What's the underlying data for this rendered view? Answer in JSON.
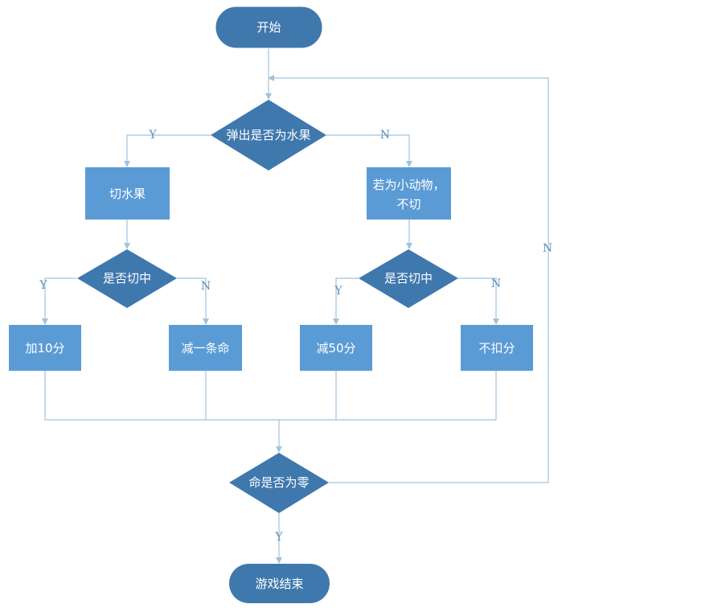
{
  "colors": {
    "box": "#5b9bd5",
    "diamond": "#3f78ad",
    "terminal": "#3f78ad",
    "line": "#9fc3dc",
    "label": "#5a8fb5"
  },
  "nodes": {
    "start": "开始",
    "is_fruit": "弹出是否为水果",
    "cut_fruit": "切水果",
    "animal_line1": "若为小动物，",
    "animal_line2": "不切",
    "hit_left": "是否切中",
    "hit_right": "是否切中",
    "plus10": "加10分",
    "minus_life": "减一条命",
    "minus50": "减50分",
    "no_deduct": "不扣分",
    "life_zero": "命是否为零",
    "game_over": "游戏结束"
  },
  "labels": {
    "fruit_yes": "Y",
    "fruit_no": "N",
    "left_yes": "Y",
    "left_no": "N",
    "right_yes": "Y",
    "right_no": "N",
    "loop_no": "N",
    "end_yes": "Y"
  }
}
